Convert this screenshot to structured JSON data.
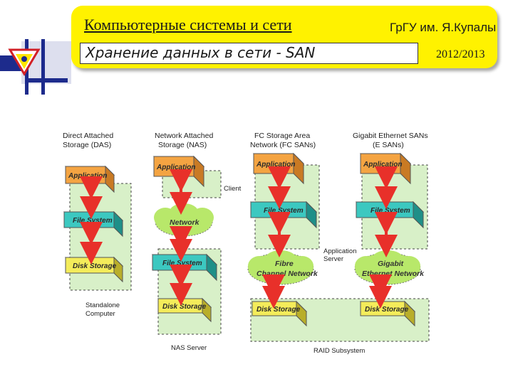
{
  "header": {
    "title": "Компьютерные системы и сети",
    "institution": "ГрГУ им. Я.Купалы",
    "subtitle": "Хранение данных в сети - SAN",
    "year": "2012/2013"
  },
  "diagram": {
    "columns": [
      {
        "heading_line1": "Direct Attached",
        "heading_line2": "Storage (DAS)"
      },
      {
        "heading_line1": "Network Attached",
        "heading_line2": "Storage (NAS)"
      },
      {
        "heading_line1": "FC Storage Area",
        "heading_line2": "Network (FC SANs)"
      },
      {
        "heading_line1": "Gigabit Ethernet SANs",
        "heading_line2": "(E SANs)"
      }
    ],
    "boxes": {
      "application": "Application",
      "file_system": "File System",
      "disk_storage": "Disk Storage",
      "das_disk_storage": "Disk Storage"
    },
    "clouds": {
      "network": "Network",
      "fibre_line1": "Fibre",
      "fibre_line2": "Channel Network",
      "gigabit_line1": "Gigabit",
      "gigabit_line2": "Ethernet Network"
    },
    "annotations": {
      "client": "Client",
      "application_server_line1": "Application",
      "application_server_line2": "Server",
      "standalone_line1": "Standalone",
      "standalone_line2": "Computer",
      "nas_server": "NAS Server",
      "raid_subsystem": "RAID Subsystem"
    }
  },
  "colors": {
    "header_band": "#fff200",
    "application_box": "#f4a442",
    "file_system_box": "#3cc8c0",
    "disk_storage_box": "#f4ec5a",
    "dashed_region": "#d8f0c8",
    "cloud": "#b8e86a",
    "arrow": "#e8302a"
  }
}
